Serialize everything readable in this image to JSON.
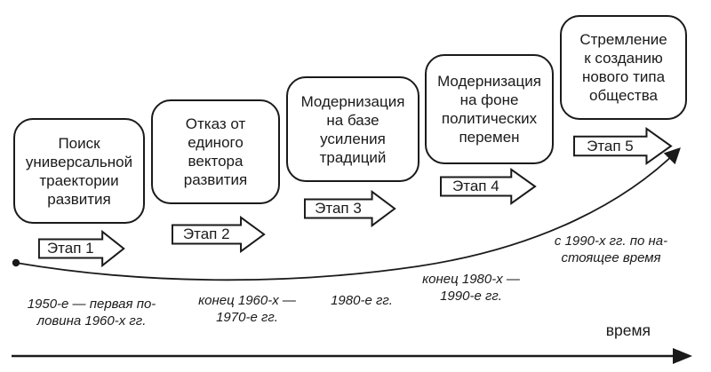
{
  "stages": [
    {
      "box_text": "Поиск\nуниверсальной\nтраектории\nразвития",
      "stage_label": "Этап 1",
      "period_label": "1950-е — первая по-\nловина 1960-х гг."
    },
    {
      "box_text": "Отказ от\nединого\nвектора\nразвития",
      "stage_label": "Этап 2",
      "period_label": "конец 1960-х —\n1970-е гг."
    },
    {
      "box_text": "Модернизация\nна базе\nусиления\nтрадиций",
      "stage_label": "Этап 3",
      "period_label": "1980-е гг."
    },
    {
      "box_text": "Модернизация\nна фоне\nполитических\nперемен",
      "stage_label": "Этап 4",
      "period_label": "конец 1980-х —\n1990-е гг."
    },
    {
      "box_text": "Стремление\nк созданию\nнового типа\nобщества",
      "stage_label": "Этап 5",
      "period_label": "с 1990-х гг. по на-\nстоящее время"
    }
  ],
  "time_axis": {
    "label": "время"
  },
  "colors": {
    "ink": "#1a1a1a",
    "paper": "#ffffff"
  }
}
